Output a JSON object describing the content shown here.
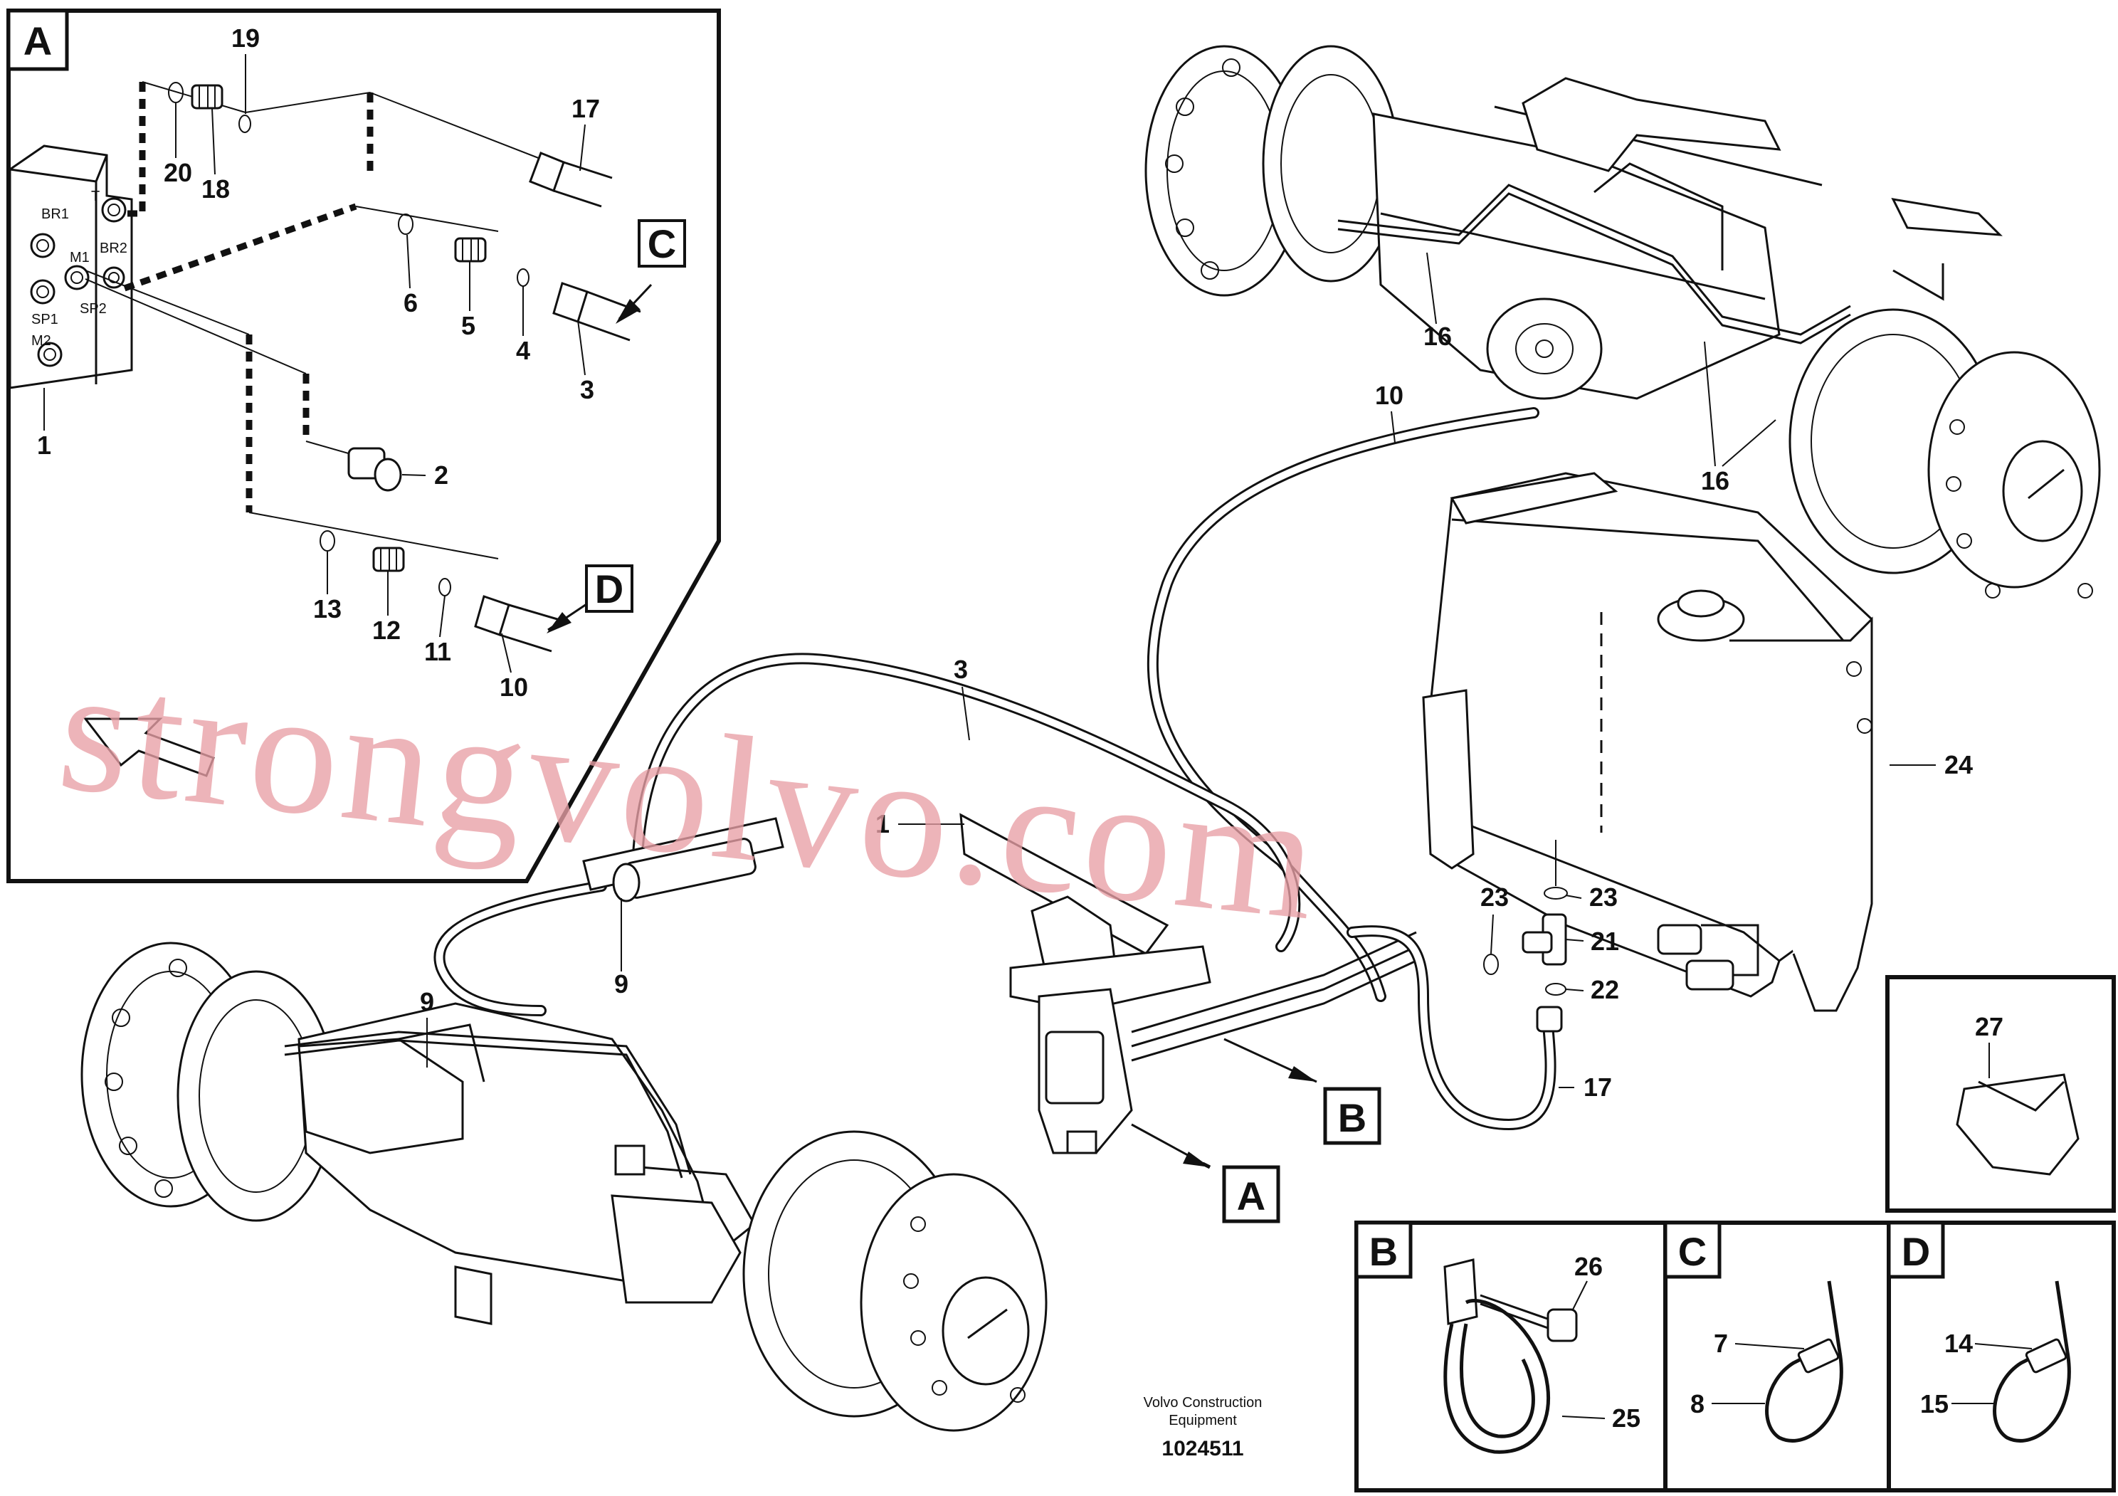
{
  "detail_labels": {
    "A": "A",
    "B": "B",
    "C": "C",
    "D": "D"
  },
  "callouts": {
    "c1_detail": "1",
    "c2": "2",
    "c3_detail": "3",
    "c4": "4",
    "c5": "5",
    "c6": "6",
    "c10_detail": "10",
    "c11": "11",
    "c12": "12",
    "c13": "13",
    "c17_detail": "17",
    "c18": "18",
    "c19": "19",
    "c20": "20",
    "c16_top": "16",
    "c16_bottom": "16",
    "c10_main": "10",
    "c3_main": "3",
    "c1_main": "1",
    "c9_left": "9",
    "c9_right": "9",
    "c24": "24",
    "c23_left": "23",
    "c23_right": "23",
    "c21": "21",
    "c22": "22",
    "c17_main": "17",
    "c27": "27",
    "c26": "26",
    "c25": "25",
    "c7": "7",
    "c8": "8",
    "c14": "14",
    "c15": "15"
  },
  "valve_ports": {
    "t": "T",
    "br1": "BR1",
    "br2": "BR2",
    "m1": "M1",
    "sp1": "SP1",
    "sp2": "SP2",
    "m2": "M2"
  },
  "footer": {
    "line1": "Volvo Construction",
    "line2": "Equipment",
    "drawing_number": "1024511"
  },
  "watermark": "strongvolvo.com"
}
